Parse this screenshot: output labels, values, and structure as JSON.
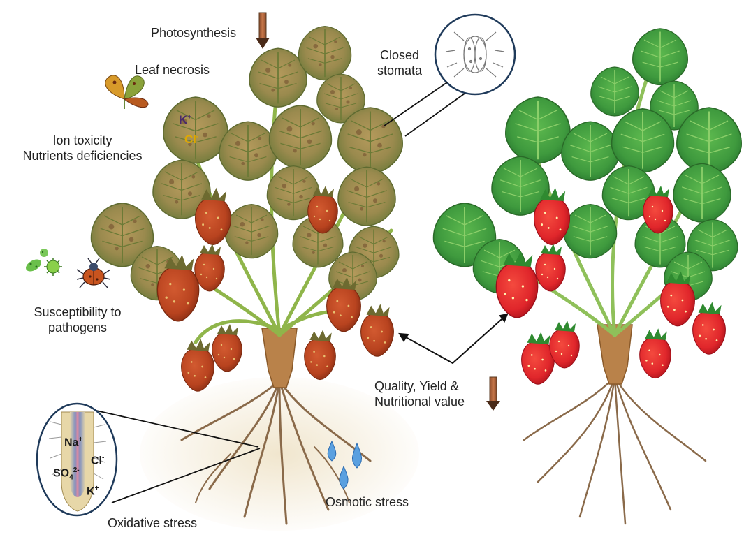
{
  "labels": {
    "photosynthesis": "Photosynthesis",
    "leaf_necrosis": "Leaf necrosis",
    "closed_stomata_line1": "Closed",
    "closed_stomata_line2": "stomata",
    "ion_toxicity": "Ion toxicity",
    "nutrients_deficiencies": "Nutrients deficiencies",
    "susceptibility_line1": "Susceptibility to",
    "susceptibility_line2": "pathogens",
    "quality_line1": "Quality, Yield &",
    "quality_line2": "Nutritional value",
    "osmotic_stress": "Osmotic stress",
    "oxidative_stress": "Oxidative stress"
  },
  "ions": {
    "leaf_k": "K",
    "leaf_k_sup": "+",
    "leaf_cl": "Cl",
    "leaf_cl_sup": "-",
    "root_na": "Na",
    "root_na_sup": "+",
    "root_cl": "Cl",
    "root_cl_sup": "-",
    "root_so4": "SO",
    "root_so4_sub": "4",
    "root_so4_sup": "2-",
    "root_k": "K",
    "root_k_sup": "+"
  },
  "colors": {
    "stressed_leaf": "#9a8a4e",
    "stressed_leaf_spot": "#7a5a34",
    "healthy_leaf": "#3f9a3e",
    "stressed_fruit": "#b8431f",
    "healthy_fruit": "#e0262b",
    "stem": "#6aa843",
    "root": "#8a6a4a",
    "crown": "#b9824a",
    "soil": "#efe3c8",
    "decrease_arrow": "#b8643a",
    "water_drop": "#5aa0e0"
  },
  "icons": [
    "decrease-arrow-icon",
    "leaf-necrosis-icon",
    "stomata-icon",
    "bacteria-icon",
    "virus-icon",
    "beetle-icon",
    "water-drop-icon",
    "root-tip-icon"
  ]
}
